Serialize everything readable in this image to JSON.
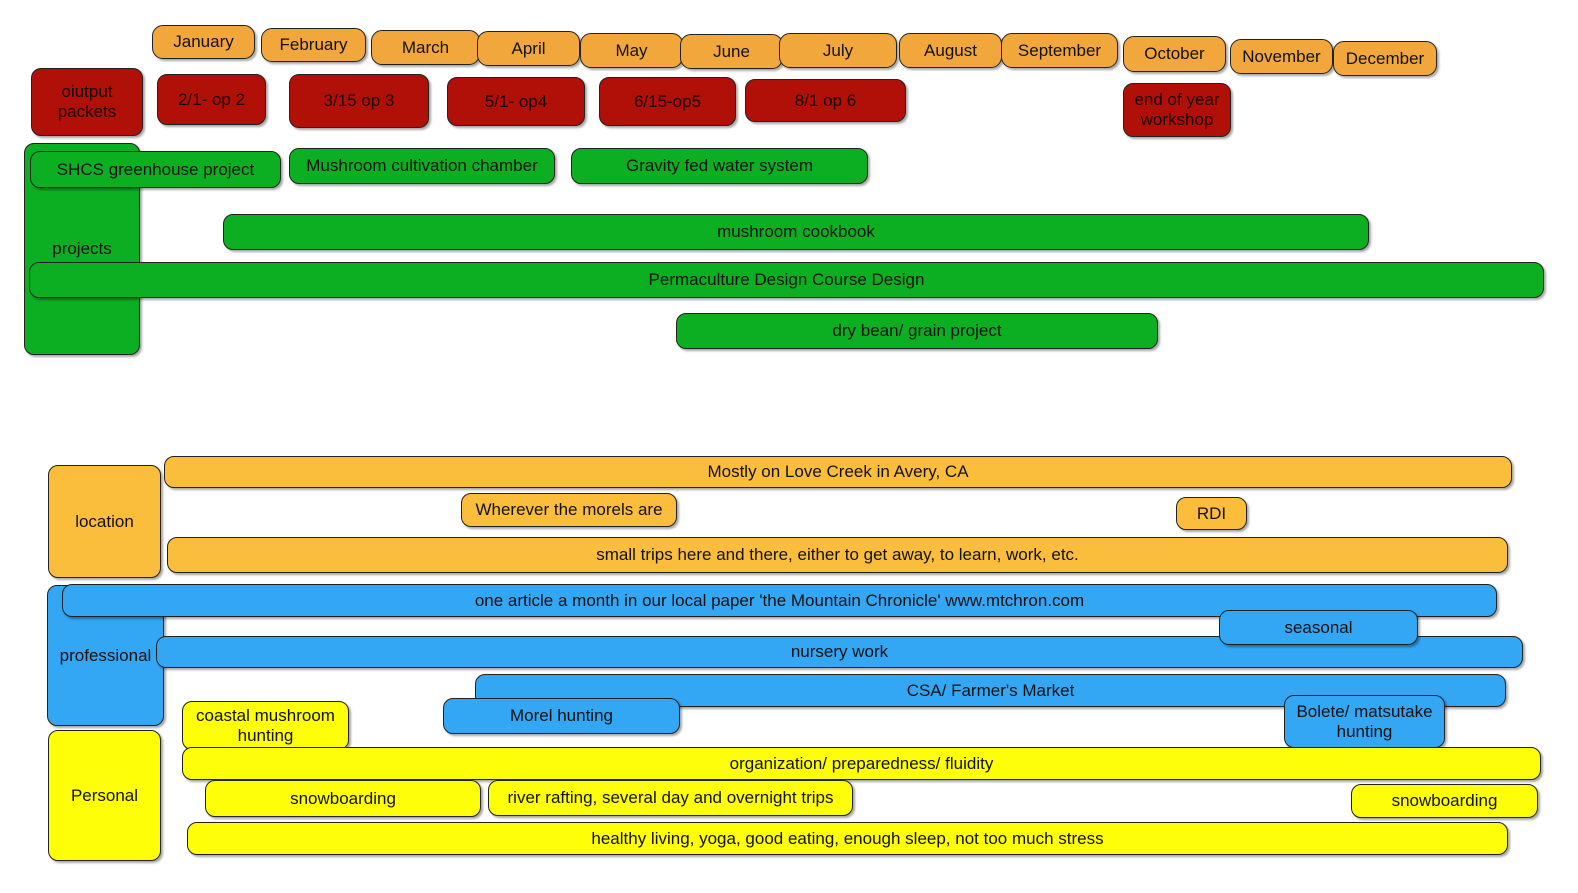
{
  "months": [
    "January",
    "February",
    "March",
    "April",
    "May",
    "June",
    "July",
    "August",
    "September",
    "October",
    "November",
    "December"
  ],
  "milestones": {
    "label": "oiutput packets",
    "items": [
      "2/1- op 2",
      "3/15 op 3",
      "5/1- op4",
      "6/15-op5",
      "8/1 op 6",
      "end of year workshop"
    ]
  },
  "projects": {
    "label": "projects",
    "items": [
      "SHCS greenhouse project",
      "Mushroom cultivation chamber",
      "Gravity fed water system",
      "mushroom cookbook",
      "Permaculture Design Course Design",
      "dry bean/ grain project"
    ]
  },
  "location": {
    "label": "location",
    "items": [
      "Mostly on Love Creek in Avery, CA",
      "Wherever the morels are",
      "RDI",
      "small trips here and there, either to get away, to learn, work, etc."
    ]
  },
  "professional": {
    "label": "professional",
    "items": [
      "one article a month in our local paper 'the Mountain Chronicle' www.mtchron.com",
      "seasonal",
      "nursery work",
      "CSA/ Farmer's Market",
      "Morel hunting",
      "Bolete/ matsutake hunting"
    ]
  },
  "personal": {
    "label": "Personal",
    "items": [
      "coastal mushroom hunting",
      "organization/ preparedness/ fluidity",
      "snowboarding",
      "river rafting, several day and overnight trips",
      "snowboarding",
      "healthy living, yoga, good eating, enough sleep, not too much stress"
    ]
  },
  "colors": {
    "month": "#f2a73c",
    "milestone": "#b01008",
    "project": "#0caf22",
    "location": "#fbbd3c",
    "professional": "#33a6f4",
    "personal": "#fefe08"
  }
}
